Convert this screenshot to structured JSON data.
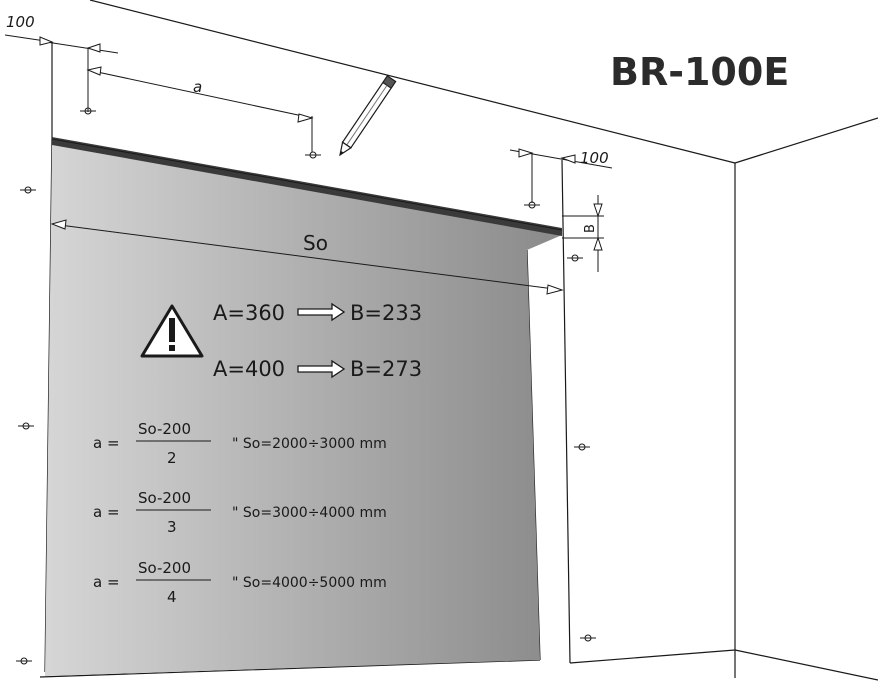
{
  "title": "BR-100E",
  "dimensions": {
    "top_left_100": "100",
    "top_right_100": "100",
    "a_label": "a",
    "so_label": "So",
    "b_label": "B"
  },
  "warning": {
    "row1_a": "A=360",
    "row1_b": "B=233",
    "row2_a": "A=400",
    "row2_b": "B=273"
  },
  "formulas": [
    {
      "lhs": "a =",
      "numerator": "So-200",
      "denominator": "2",
      "range": "\" So=2000÷3000 mm"
    },
    {
      "lhs": "a =",
      "numerator": "So-200",
      "denominator": "3",
      "range": "\" So=3000÷4000 mm"
    },
    {
      "lhs": "a =",
      "numerator": "So-200",
      "denominator": "4",
      "range": "\" So=4000÷5000 mm"
    }
  ],
  "colors": {
    "door_gradient_start": "#cfcfcf",
    "door_gradient_end": "#8c8c8c",
    "line": "#1a1a1a"
  },
  "icons": [
    "warning-triangle-icon",
    "pencil-icon",
    "right-arrow-icon",
    "anchor-point-icon"
  ]
}
